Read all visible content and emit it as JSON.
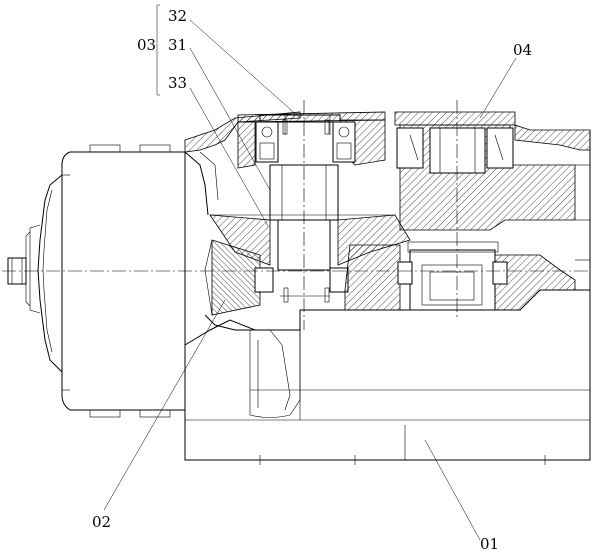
{
  "labels": {
    "l32": "32",
    "l03": "03",
    "l31": "31",
    "l33": "33",
    "l04": "04",
    "l02": "02",
    "l01": "01"
  }
}
